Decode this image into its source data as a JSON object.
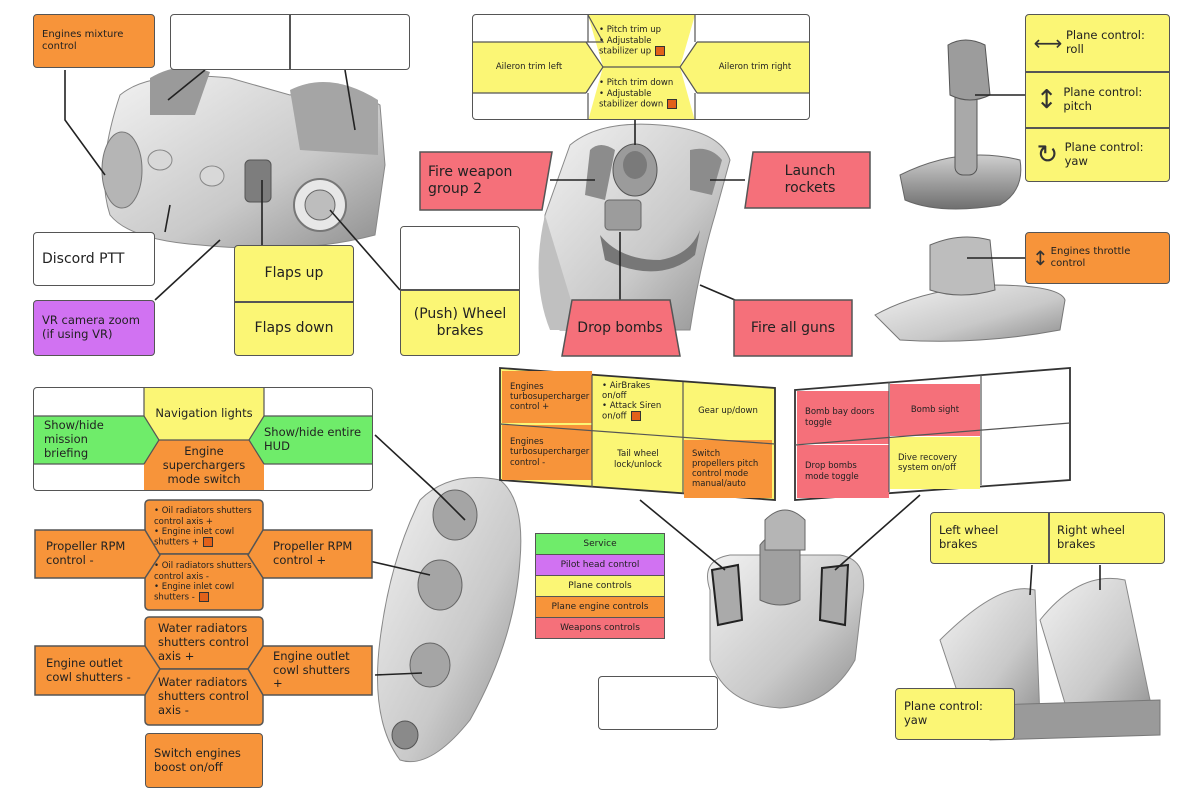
{
  "colors": {
    "orange": "#f7943a",
    "yellow": "#fbf675",
    "red": "#f5707a",
    "green": "#6fec6a",
    "purple": "#d172f2"
  },
  "throttle": {
    "mixture": "Engines mixture control",
    "discord": "Discord PTT",
    "vr_zoom": "VR camera zoom (if using VR)",
    "flaps_up": "Flaps up",
    "flaps_down": "Flaps down",
    "wheel_brakes": "(Push) Wheel brakes"
  },
  "hat": {
    "pitch_up_1": "• Pitch trim up",
    "pitch_up_2": "• Adjustable stabilizer up",
    "aileron_left": "Aileron trim left",
    "aileron_right": "Aileron trim right",
    "pitch_down_1": "• Pitch trim down",
    "pitch_down_2": "• Adjustable stabilizer down"
  },
  "stick": {
    "fire_group2": "Fire weapon group 2",
    "launch_rockets": "Launch rockets",
    "drop_bombs": "Drop bombs",
    "fire_all": "Fire all guns"
  },
  "overview": {
    "roll": "Plane control: roll",
    "pitch": "Plane control: pitch",
    "yaw": "Plane control: yaw",
    "throttle": "Engines throttle control",
    "roll_icon": "left-right-arrow-icon",
    "pitch_icon": "up-down-arrow-icon",
    "yaw_icon": "rotate-arrow-icon"
  },
  "base_left": {
    "nav_lights": "Navigation lights",
    "mission_briefing": "Show/hide mission briefing",
    "hud": "Show/hide entire HUD",
    "superchargers": "Engine superchargers mode switch",
    "rpm_minus": "Propeller RPM control -",
    "rpm_plus": "Propeller RPM control +",
    "oil_up_1": "• Oil radiators shutters control axis +",
    "oil_up_2": "• Engine inlet cowl shutters +",
    "oil_down_1": "• Oil radiators shutters control axis -",
    "oil_down_2": "• Engine inlet cowl shutters -",
    "water_plus": "Water radiators shutters control axis +",
    "water_minus": "Water radiators shutters control axis -",
    "outlet_minus": "Engine outlet cowl shutters -",
    "outlet_plus": "Engine outlet cowl shutters +",
    "boost": "Switch engines boost on/off"
  },
  "base_right_left_panel": {
    "turbo_plus": "Engines turbosupercharger control +",
    "airbrakes_1": "• AirBrakes on/off",
    "airbrakes_2": "• Attack Siren on/off",
    "gear": "Gear up/down",
    "turbo_minus": "Engines turbosupercharger control -",
    "tailwheel": "Tail wheel lock/unlock",
    "prop_pitch": "Switch propellers pitch control mode manual/auto"
  },
  "base_right_right_panel": {
    "bomb_bay": "Bomb bay doors toggle",
    "bomb_sight": "Bomb sight",
    "drop_mode": "Drop bombs mode toggle",
    "dive_recovery": "Dive recovery system on/off"
  },
  "legend": {
    "items": [
      {
        "label": "Service",
        "color": "#6fec6a"
      },
      {
        "label": "Pilot head control",
        "color": "#d172f2"
      },
      {
        "label": "Plane controls",
        "color": "#fbf675"
      },
      {
        "label": "Plane engine controls",
        "color": "#f7943a"
      },
      {
        "label": "Weapons controls",
        "color": "#f5707a"
      }
    ]
  },
  "pedals": {
    "left_brake": "Left wheel brakes",
    "right_brake": "Right wheel brakes",
    "yaw": "Plane control: yaw"
  }
}
